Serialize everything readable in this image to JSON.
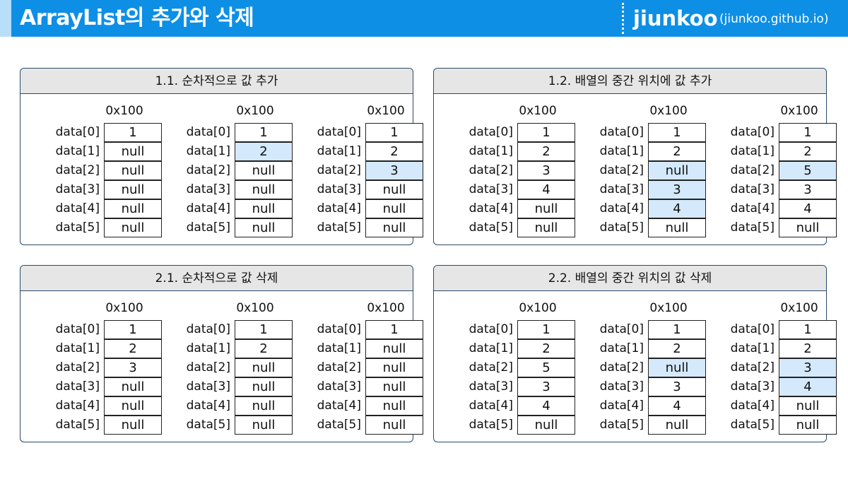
{
  "header": {
    "title": "ArrayList의 추가와 삭제",
    "brand": "jiunkoo",
    "site": "(jiunkoo.github.io)"
  },
  "colors": {
    "header_bg": "#0d8fe6",
    "highlight": "#d4e9fb",
    "panel_title_bg": "#e6e6e6"
  },
  "labels": [
    "data[0]",
    "data[1]",
    "data[2]",
    "data[3]",
    "data[4]",
    "data[5]"
  ],
  "panels": [
    {
      "title": "1.1. 순차적으로 값 추가",
      "arrays": [
        {
          "address": "0x100",
          "values": [
            "1",
            "null",
            "null",
            "null",
            "null",
            "null"
          ],
          "highlight": []
        },
        {
          "address": "0x100",
          "values": [
            "1",
            "2",
            "null",
            "null",
            "null",
            "null"
          ],
          "highlight": [
            1
          ]
        },
        {
          "address": "0x100",
          "values": [
            "1",
            "2",
            "3",
            "null",
            "null",
            "null"
          ],
          "highlight": [
            2
          ]
        }
      ]
    },
    {
      "title": "1.2. 배열의 중간 위치에 값 추가",
      "arrays": [
        {
          "address": "0x100",
          "values": [
            "1",
            "2",
            "3",
            "4",
            "null",
            "null"
          ],
          "highlight": []
        },
        {
          "address": "0x100",
          "values": [
            "1",
            "2",
            "null",
            "3",
            "4",
            "null"
          ],
          "highlight": [
            2,
            3,
            4
          ]
        },
        {
          "address": "0x100",
          "values": [
            "1",
            "2",
            "5",
            "3",
            "4",
            "null"
          ],
          "highlight": [
            2
          ]
        }
      ]
    },
    {
      "title": "2.1. 순차적으로 값 삭제",
      "arrays": [
        {
          "address": "0x100",
          "values": [
            "1",
            "2",
            "3",
            "null",
            "null",
            "null"
          ],
          "highlight": []
        },
        {
          "address": "0x100",
          "values": [
            "1",
            "2",
            "null",
            "null",
            "null",
            "null"
          ],
          "highlight": []
        },
        {
          "address": "0x100",
          "values": [
            "1",
            "null",
            "null",
            "null",
            "null",
            "null"
          ],
          "highlight": []
        }
      ]
    },
    {
      "title": "2.2. 배열의 중간 위치의 값 삭제",
      "arrays": [
        {
          "address": "0x100",
          "values": [
            "1",
            "2",
            "5",
            "3",
            "4",
            "null"
          ],
          "highlight": []
        },
        {
          "address": "0x100",
          "values": [
            "1",
            "2",
            "null",
            "3",
            "4",
            "null"
          ],
          "highlight": [
            2
          ]
        },
        {
          "address": "0x100",
          "values": [
            "1",
            "2",
            "3",
            "4",
            "null",
            "null"
          ],
          "highlight": [
            2,
            3
          ]
        }
      ]
    }
  ]
}
